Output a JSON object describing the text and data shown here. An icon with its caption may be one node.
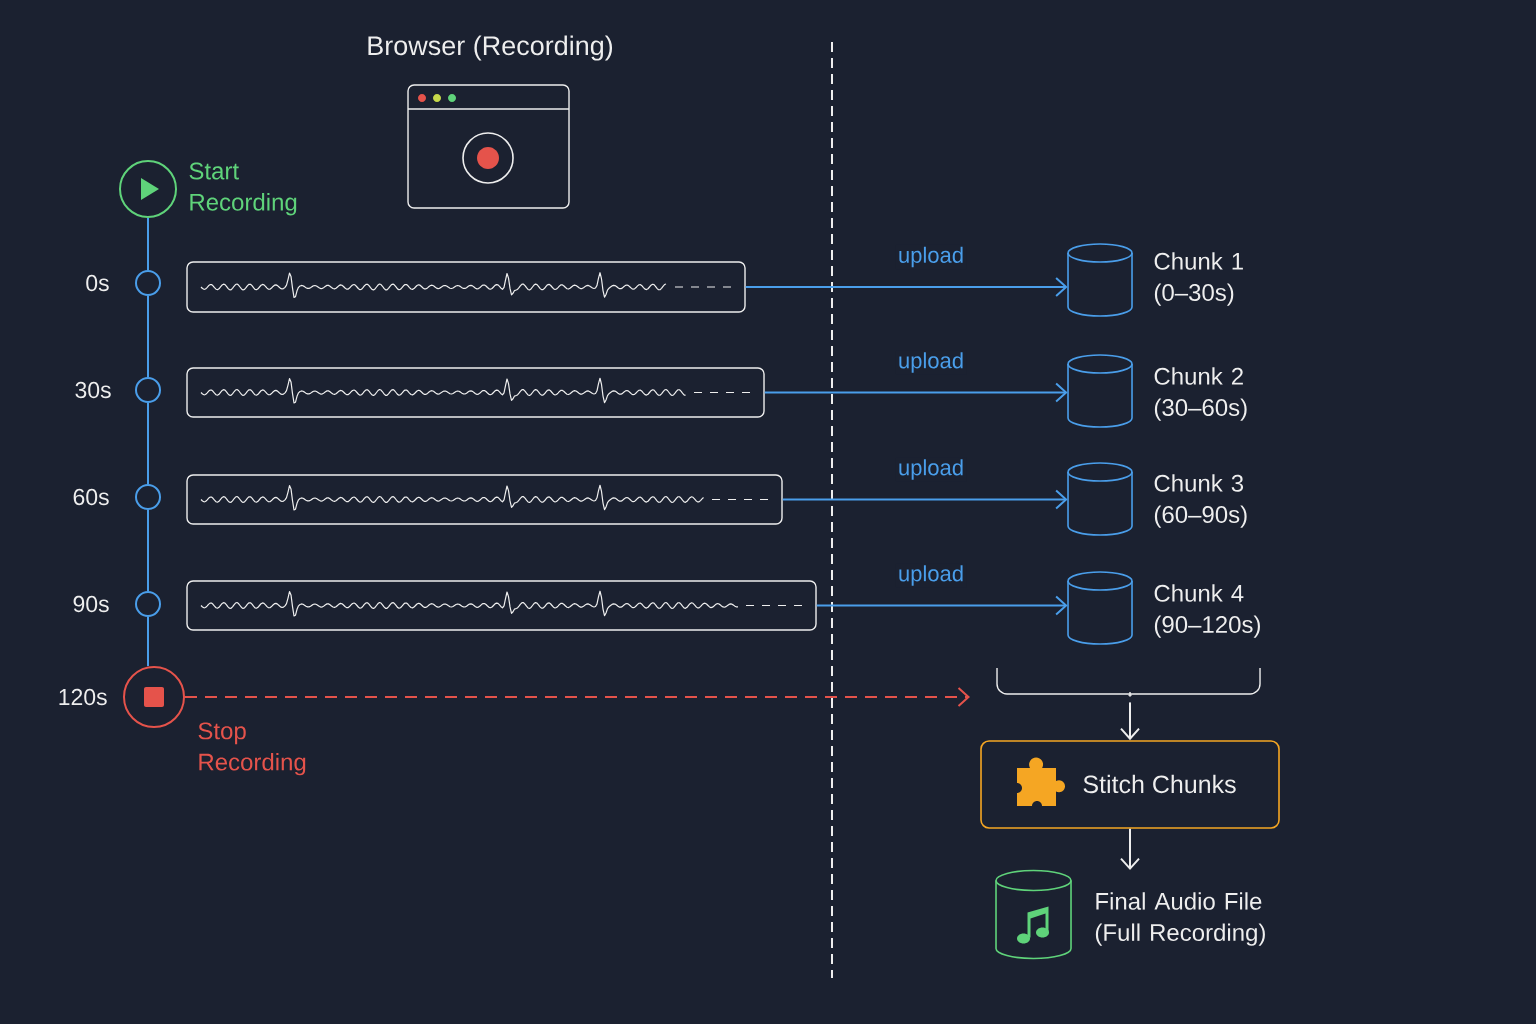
{
  "diagram": {
    "nodes": [
      {
        "text": [],
        "shape": "circle",
        "beside": [
          "Start Recording"
        ]
      },
      {
        "text": [],
        "shape": "circle",
        "beside": [
          "0s"
        ]
      },
      {
        "text": [],
        "shape": "circle",
        "beside": [
          "30s"
        ]
      },
      {
        "text": [],
        "shape": "circle",
        "beside": [
          "60s"
        ]
      },
      {
        "text": [],
        "shape": "circle",
        "beside": [
          "90s"
        ]
      },
      {
        "text": [],
        "shape": "circle",
        "beside": [
          "120s",
          "Stop Recording"
        ]
      },
      {
        "text": [],
        "shape": "box"
      },
      {
        "text": [],
        "shape": "box"
      },
      {
        "text": [],
        "shape": "box"
      },
      {
        "text": [],
        "shape": "box"
      },
      {
        "text": [],
        "shape": "cylinder",
        "beside": [
          "Chunk 1 (0–30s)"
        ]
      },
      {
        "text": [],
        "shape": "cylinder",
        "beside": [
          "Chunk 2 (30–60s)"
        ]
      },
      {
        "text": [],
        "shape": "cylinder",
        "beside": [
          "Chunk 3 (60–90s)"
        ]
      },
      {
        "text": [],
        "shape": "cylinder",
        "beside": [
          "Chunk 4 (90–120s)"
        ]
      },
      {
        "text": [
          "Stitch Chunks"
        ]
      },
      {
        "text": [],
        "shape": "cylinder",
        "beside": [
          "Final Audio File (Full Recording)"
        ]
      }
    ],
    "edges": [
      {
        "from": 0,
        "to": 1,
        "arrow": "none"
      },
      {
        "from": 1,
        "to": 2,
        "arrow": "none"
      },
      {
        "from": 2,
        "to": 3,
        "arrow": "none"
      },
      {
        "from": 3,
        "to": 4,
        "arrow": "none"
      },
      {
        "from": 4,
        "to": 5,
        "arrow": "none"
      },
      {
        "from": 6,
        "to": 10,
        "arrow": "to",
        "label": "upload"
      },
      {
        "from": 7,
        "to": 11,
        "arrow": "to",
        "label": "upload"
      },
      {
        "from": 8,
        "to": 12,
        "arrow": "to",
        "label": "upload"
      },
      {
        "from": 9,
        "to": 13,
        "arrow": "to",
        "label": "upload"
      },
      {
        "from": 5,
        "to": null,
        "arrow": "to",
        "style": "dashed",
        "color": "#e5534b"
      },
      {
        "from": 13,
        "to": 14,
        "arrow": "to",
        "color": "#eeeeee"
      },
      {
        "from": 14,
        "to": 15,
        "arrow": "to",
        "color": "#eeeeee"
      }
    ],
    "labels": [
      "Browser (Recording)"
    ]
  }
}
